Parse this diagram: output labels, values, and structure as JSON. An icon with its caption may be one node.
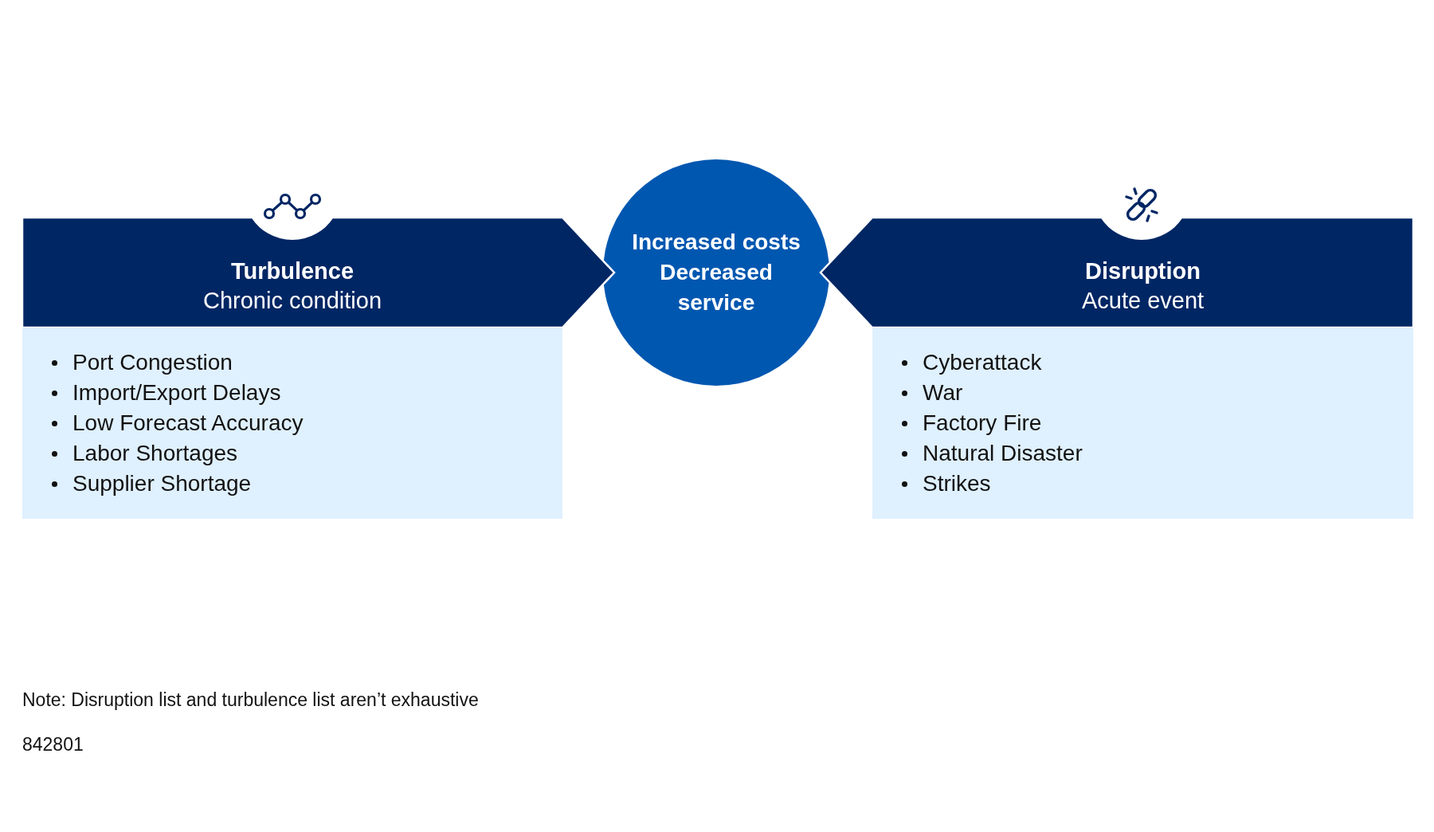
{
  "diagram": {
    "nodes": [
      {
        "text": [
          "Turbulence",
          "Chronic condition"
        ]
      },
      {
        "text": [
          "Port Congestion",
          "Import/Export Delays",
          "Low Forecast Accuracy",
          "Labor Shortages",
          "Supplier Shortage"
        ]
      },
      {
        "text": [
          "Increased costs Decreased service"
        ]
      },
      {
        "text": [
          "Disruption",
          "Acute event"
        ]
      },
      {
        "text": [
          "Cyberattack",
          "War",
          "Factory Fire",
          "Natural Disaster",
          "Strikes"
        ]
      }
    ],
    "labels": [
      "Note: Disruption list and turbulence list aren’t exhaustive",
      "842801"
    ]
  }
}
